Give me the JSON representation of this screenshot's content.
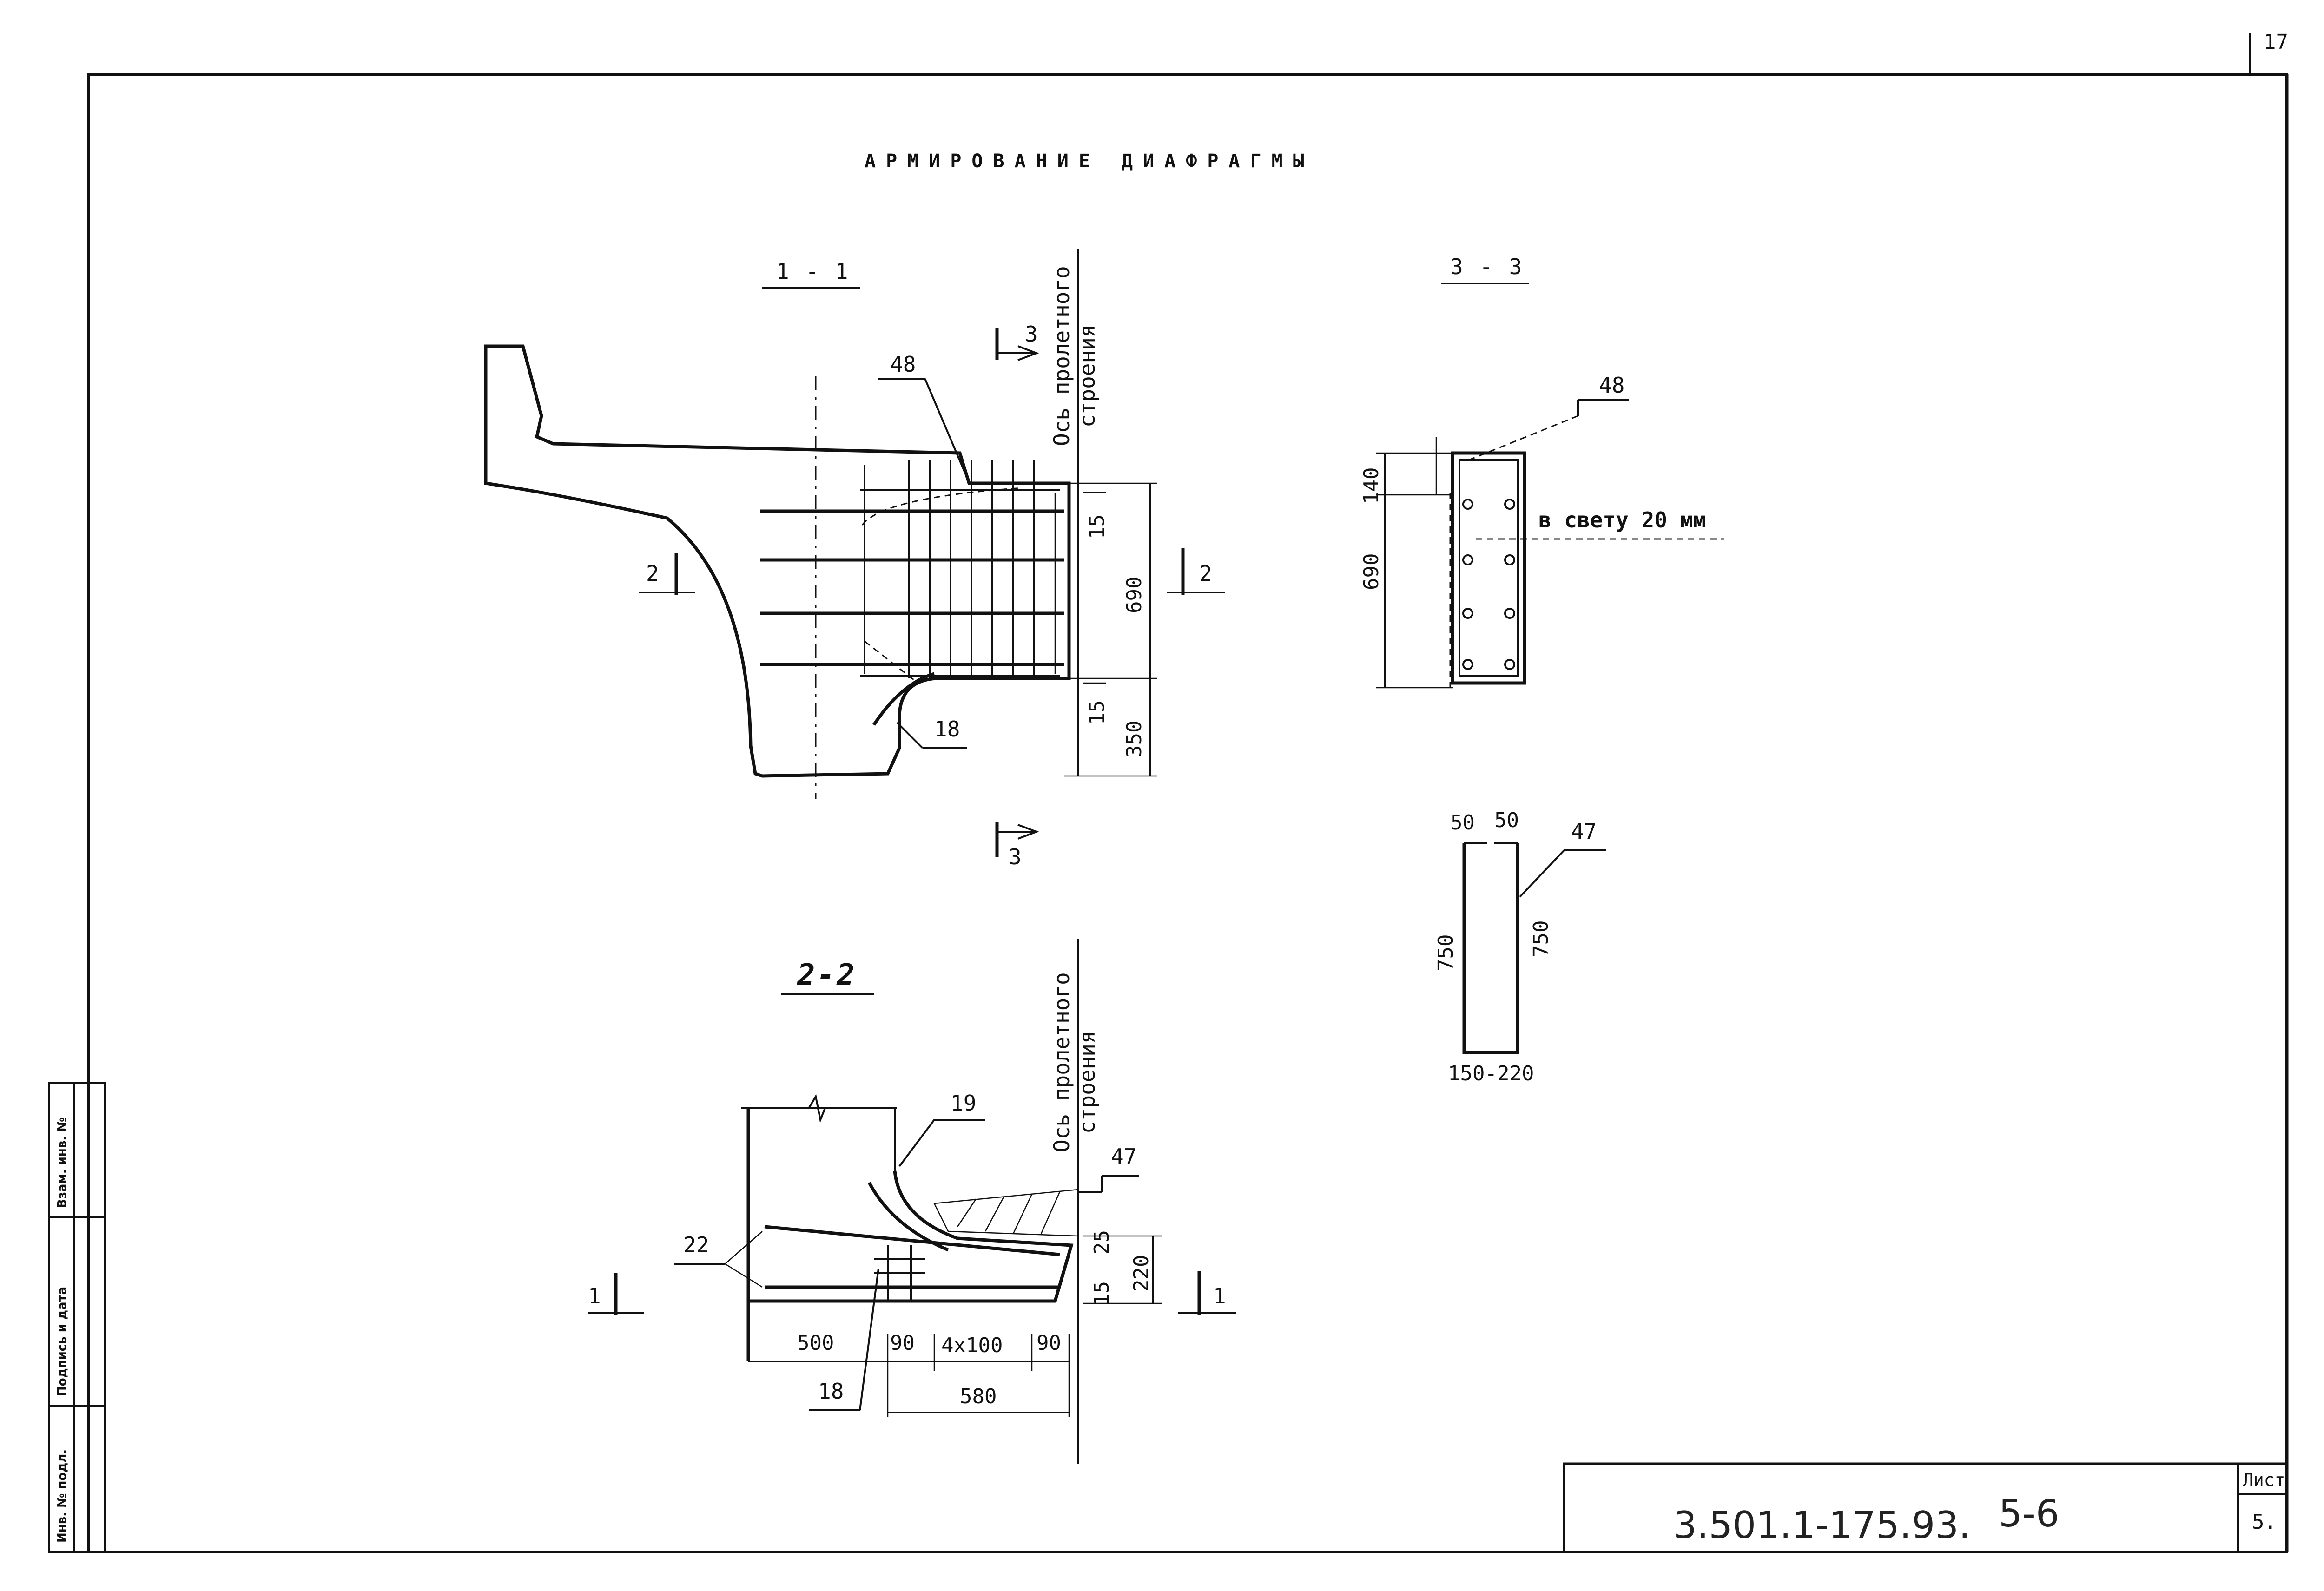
{
  "sheet": {
    "page_number": "17",
    "title": "АРМИРОВАНИЕ ДИАФРАГМЫ"
  },
  "section_1_1": {
    "label": "1 - 1",
    "axis_label_line1": "Ось пролетного",
    "axis_label_line2": "строения",
    "cut_label_top": "3",
    "cut_label_bottom": "3",
    "cut_left": "2",
    "cut_right": "2",
    "callout_48": "48",
    "callout_18": "18",
    "dim_15_top": "15",
    "dim_690": "690",
    "dim_15_bottom": "15",
    "dim_350": "350"
  },
  "section_2_2": {
    "label": "2-2",
    "axis_label_line1": "Ось пролетного",
    "axis_label_line2": "строения",
    "callout_19": "19",
    "callout_47": "47",
    "callout_22": "22",
    "callout_18": "18",
    "cut_left": "1",
    "cut_right": "1",
    "dim_25": "25",
    "dim_220": "220",
    "dim_15": "15",
    "dim_500": "500",
    "dim_90_left": "90",
    "dim_4x100": "4x100",
    "dim_90_right": "90",
    "dim_580": "580"
  },
  "section_3_3": {
    "label": "3 - 3",
    "callout_48": "48",
    "dim_140": "140",
    "dim_690": "690",
    "clear_note": "в свету 20 мм"
  },
  "stirrup_47": {
    "dim_50_left": "50",
    "dim_50_right": "50",
    "callout": "47",
    "dim_750_left": "750",
    "dim_750_right": "750",
    "dim_bottom": "150-220"
  },
  "left_stamp": {
    "field_1": "Инв. № подл.",
    "field_2": "Подпись и дата",
    "field_3": "Взам. инв. №"
  },
  "title_block": {
    "doc_code": "3.501.1-175.93.",
    "issue": "5-6",
    "sheet_label": "Лист",
    "sheet_number": "5."
  }
}
